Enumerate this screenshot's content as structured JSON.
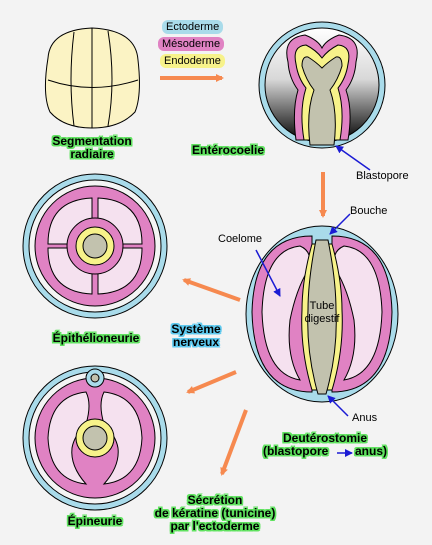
{
  "legend": {
    "ectoderm": "Ectoderme",
    "mesoderm": "Mésoderme",
    "endoderm": "Endoderme"
  },
  "labels": {
    "segmentation_1": "Segmentation",
    "segmentation_2": "radiaire",
    "enterocoelie": "Entérocoelie",
    "blastopore": "Blastopore",
    "bouche": "Bouche",
    "coelome": "Coelome",
    "tube_1": "Tube",
    "tube_2": "digestif",
    "anus": "Anus",
    "deuterostomie_1": "Deutérostomie",
    "deuterostomie_2a": "(blastopore",
    "deuterostomie_2b": "anus)",
    "systeme_1": "Système",
    "systeme_2": "nerveux",
    "epithelioneurie": "Épithélioneurie",
    "epineurie": "Épineurie",
    "secretion_1": "Sécrétion",
    "secretion_2": "de kératine (tunicine)",
    "secretion_3": "par l'ectoderme"
  },
  "colors": {
    "ectoderm": "#a9dbea",
    "mesoderm": "#e082c3",
    "endoderm": "#f7f28a",
    "coelom": "#f5e1ef",
    "gut": "#c2c2ae",
    "arrow": "#f6894f",
    "pointer": "#1b1bd4",
    "label_green": "#5fe25f",
    "label_blue": "#5cc8ee"
  }
}
